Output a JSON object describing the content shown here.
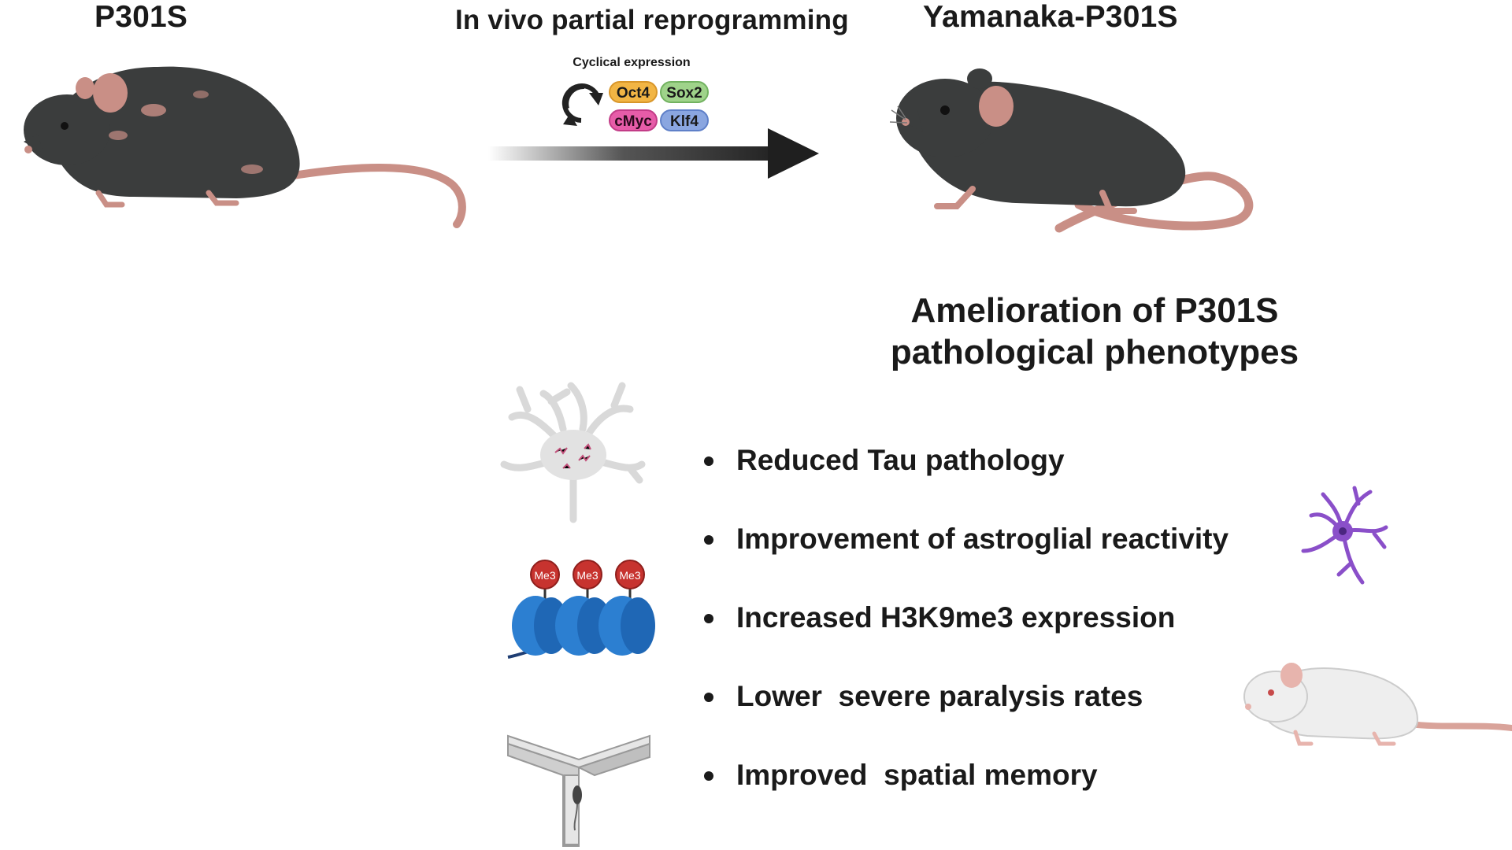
{
  "labels": {
    "left_mouse": "P301S",
    "process": "In vivo partial reprogramming",
    "right_mouse": "Yamanaka-P301S"
  },
  "cyclical": {
    "label": "Cyclical expression",
    "factors": [
      "Oct4",
      "Sox2",
      "cMyc",
      "Klf4"
    ]
  },
  "outcome": {
    "title_line1": "Amelioration of P301S",
    "title_line2": "pathological phenotypes"
  },
  "bullets": [
    "Reduced Tau pathology",
    "Improvement of astroglial reactivity",
    "Increased H3K9me3 expression",
    "Lower  severe paralysis rates",
    "Improved  spatial memory"
  ],
  "nucleosome_marks": [
    "Me3",
    "Me3",
    "Me3"
  ],
  "colors": {
    "mouse_dark": "#3b3b3b",
    "mouse_skin": "#c98f86",
    "oct4": "#f2b544",
    "sox2": "#9fd38a",
    "cmyc": "#e65ca8",
    "klf4": "#8aa6e0",
    "astrocyte": "#8a4fc9",
    "nucleosome": "#2c7fd1",
    "me3": "#c7332f"
  }
}
